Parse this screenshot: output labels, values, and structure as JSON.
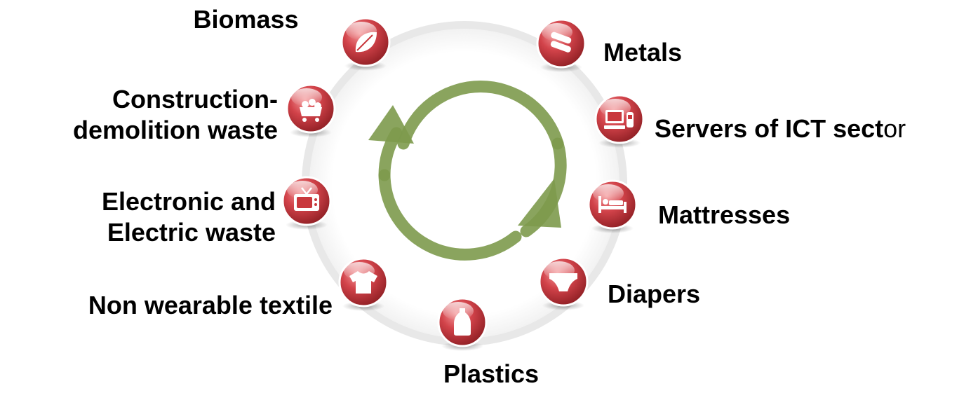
{
  "labels": {
    "biomass": "Biomass",
    "construction_line1": "Construction-",
    "construction_line2": "demolition waste",
    "electronic_line1": "Electronic and",
    "electronic_line2": "Electric waste",
    "textile": "Non wearable textile",
    "plastics": "Plastics",
    "metals": "Metals",
    "servers_bold": "Servers of ICT sect",
    "servers_tail": "or",
    "mattresses": "Mattresses",
    "diapers": "Diapers"
  },
  "colors": {
    "icon_fill": "#c9383d",
    "icon_dark": "#8e1e23",
    "arrow_green": "#7d9a4c",
    "ring": "#e6e6e6"
  },
  "icons": [
    "leaf-icon",
    "metal-bars-icon",
    "rubble-cart-icon",
    "computer-phone-icon",
    "tv-icon",
    "bed-icon",
    "tshirt-icon",
    "diaper-icon",
    "bottle-icon"
  ]
}
